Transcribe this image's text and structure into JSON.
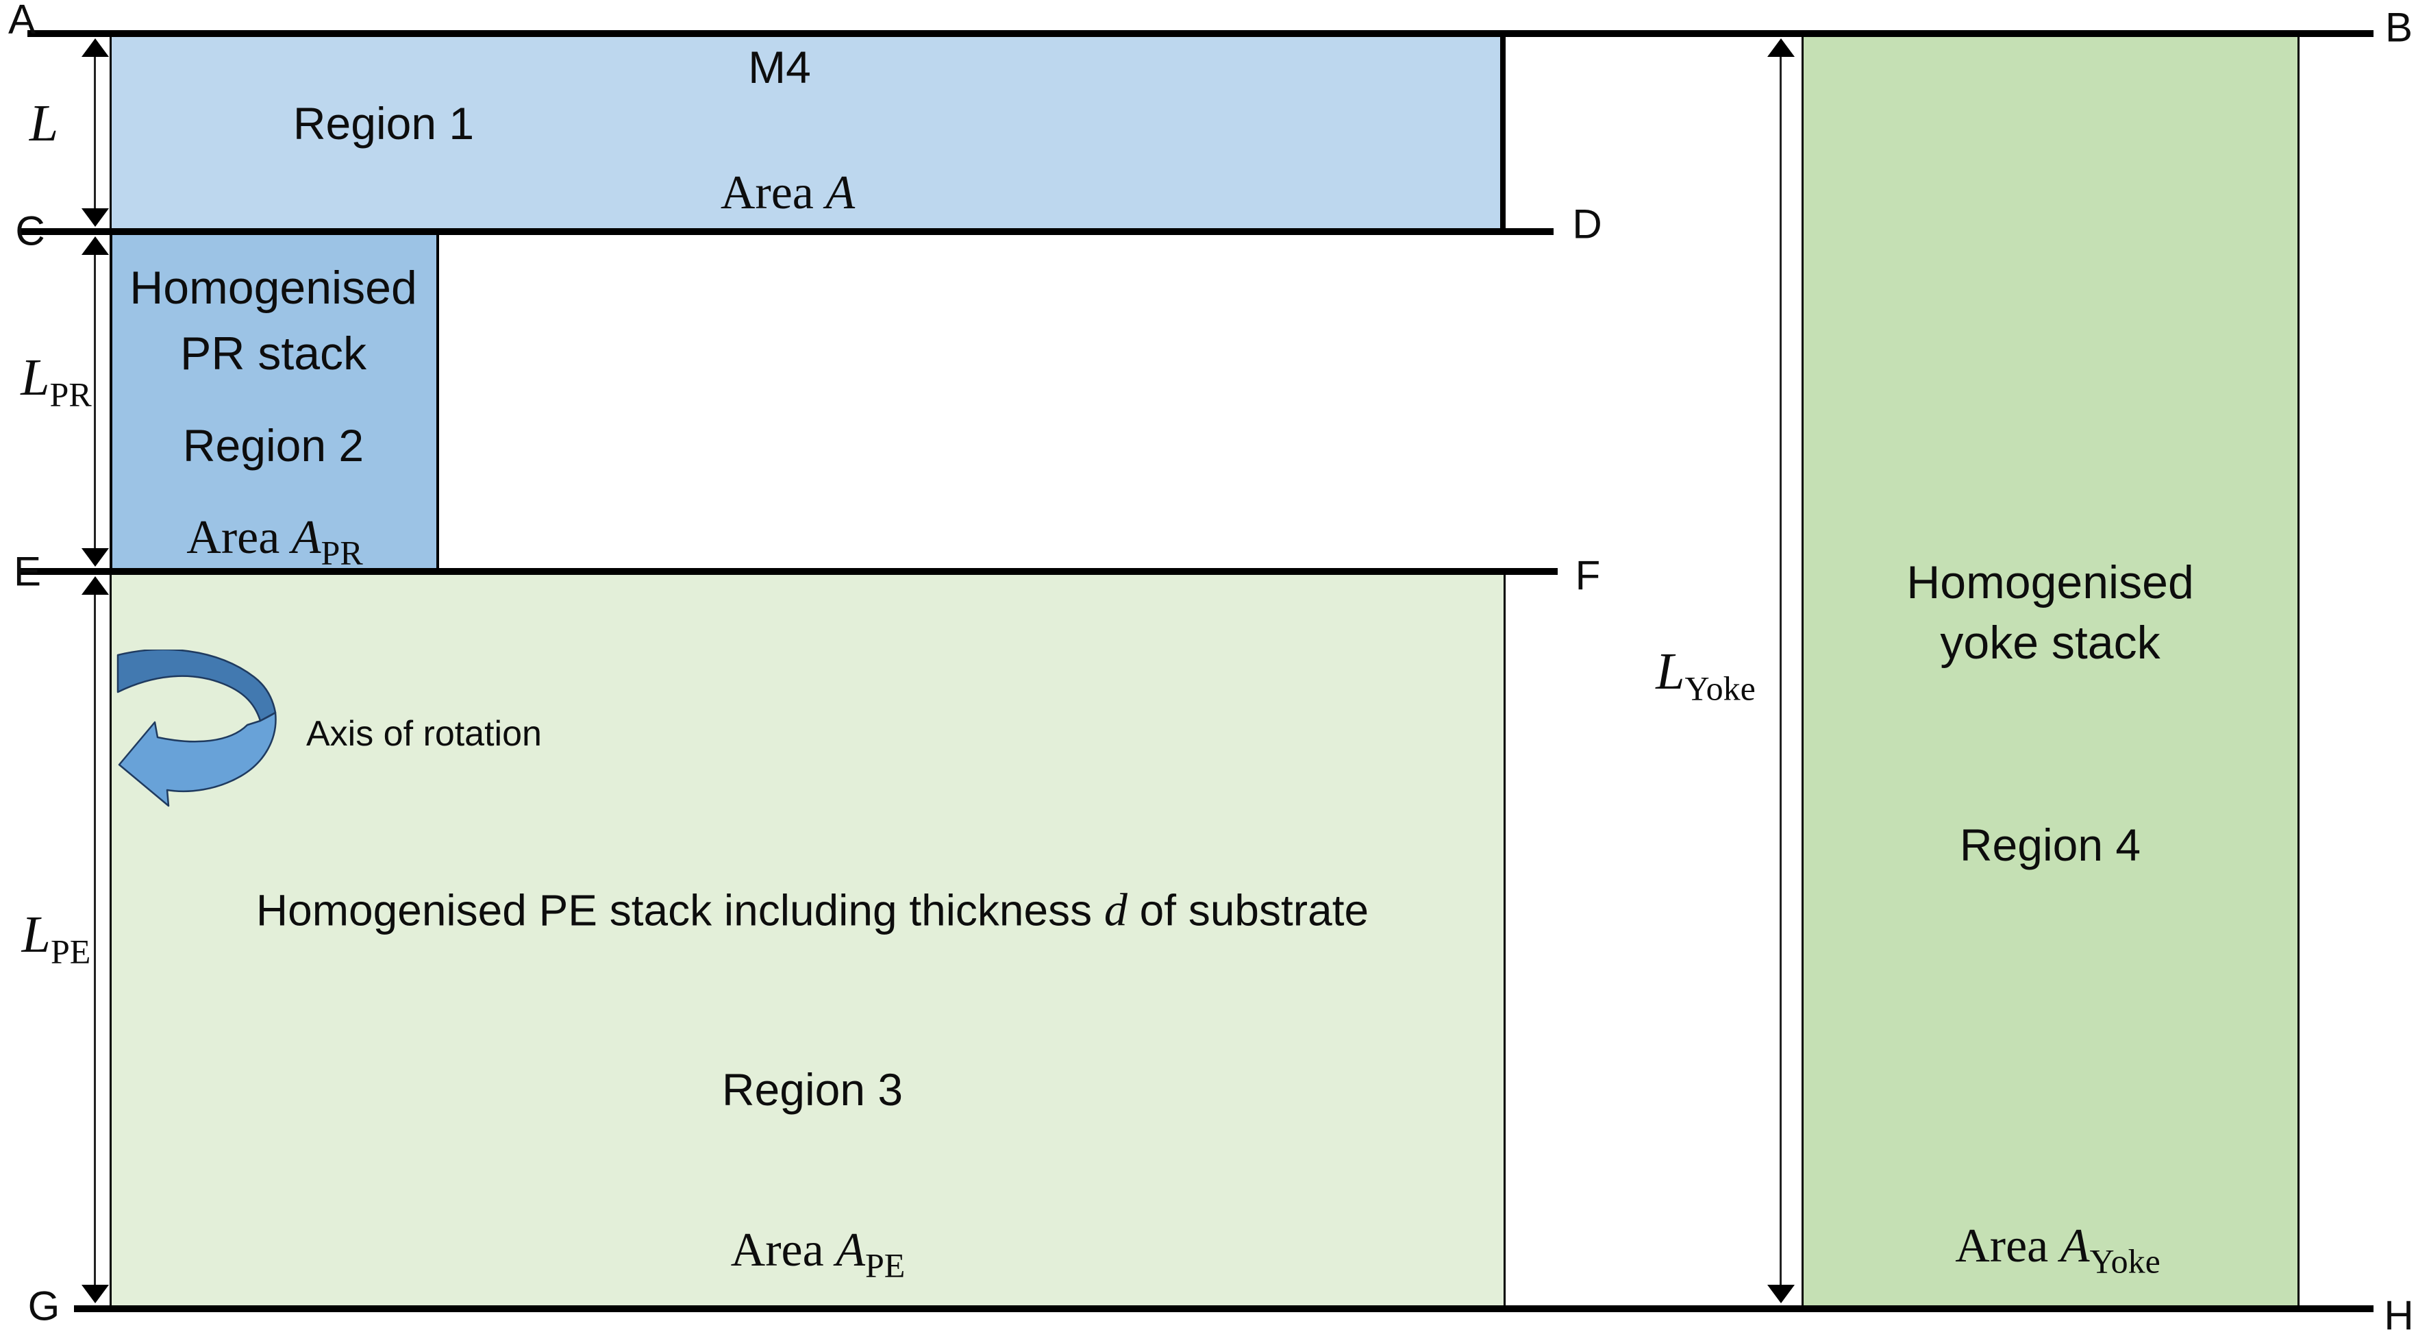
{
  "points": {
    "a": "A",
    "b": "B",
    "c": "C",
    "d": "D",
    "e": "E",
    "f": "F",
    "g": "G",
    "h": "H"
  },
  "region1": {
    "material": "M4",
    "name": "Region 1",
    "area_word": "Area",
    "area_symbol": "A",
    "color": "#bdd7ee"
  },
  "region2": {
    "line1": "Homogenised",
    "line2": "PR stack",
    "name": "Region 2",
    "area_word": "Area",
    "area_symbol": "A",
    "area_sub": "PR",
    "color": "#9cc3e5"
  },
  "region3": {
    "desc_before": "Homogenised PE stack including thickness",
    "desc_symbol": "d",
    "desc_after": "of substrate",
    "name": "Region 3",
    "area_word": "Area",
    "area_symbol": "A",
    "area_sub": "PE",
    "axis_label": "Axis of rotation",
    "color": "#e3efd9"
  },
  "region4": {
    "line1": "Homogenised",
    "line2": "yoke stack",
    "name": "Region 4",
    "area_word": "Area",
    "area_symbol": "A",
    "area_sub": "Yoke",
    "color": "#c5e0b4"
  },
  "dimensions": {
    "L": {
      "symbol": "L",
      "sub": ""
    },
    "L_PR": {
      "symbol": "L",
      "sub": "PR"
    },
    "L_PE": {
      "symbol": "L",
      "sub": "PE"
    },
    "L_Yoke": {
      "symbol": "L",
      "sub": "Yoke"
    }
  },
  "colors": {
    "region1_fill": "#bdd7ee",
    "region2_fill": "#9cc3e5",
    "region3_fill": "#e3efd9",
    "region4_fill": "#c5e0b4",
    "rotation_arrow_dark": "#4279b0",
    "rotation_arrow_light": "#68a2d8",
    "rotation_arrow_outline": "#1f3a5f",
    "line_color": "#000000"
  }
}
